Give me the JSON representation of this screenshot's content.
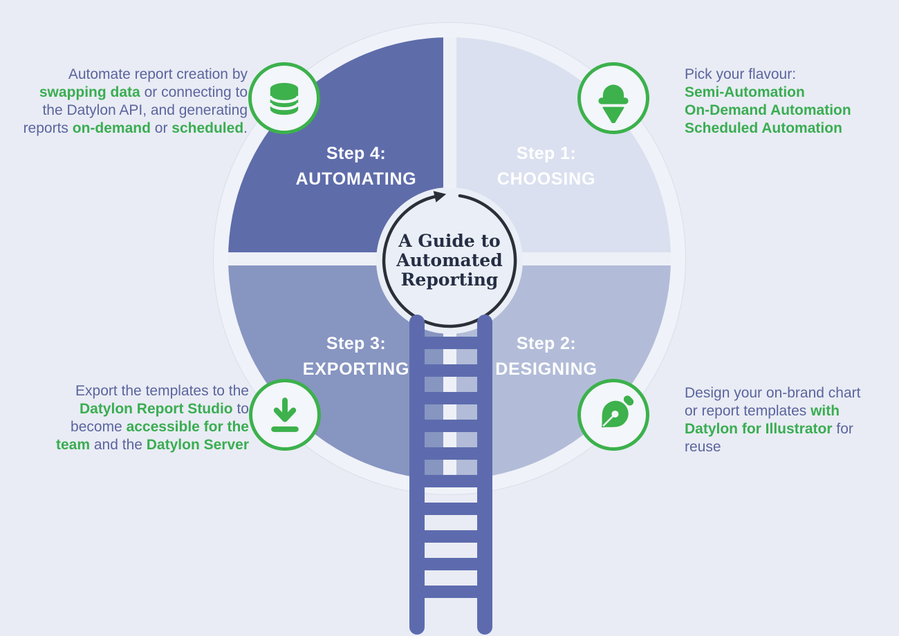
{
  "center": {
    "lines": [
      "A Guide to",
      "Automated",
      "Reporting"
    ]
  },
  "steps": {
    "choosing": {
      "label": "Step 1:",
      "name": "CHOOSING"
    },
    "designing": {
      "label": "Step 2:",
      "name": "DESIGNING"
    },
    "exporting": {
      "label": "Step 3:",
      "name": "EXPORTING"
    },
    "automating": {
      "label": "Step 4:",
      "name": "AUTOMATING"
    }
  },
  "icons": {
    "automating": "database-icon",
    "choosing": "ice-cream-cone-icon",
    "exporting": "download-icon",
    "designing": "pen-nib-icon"
  },
  "notes": {
    "automating": [
      [
        {
          "t": "Automate report creation by",
          "style": "normal"
        }
      ],
      [
        {
          "t": "swapping data",
          "style": "green"
        },
        {
          "t": " or connecting to",
          "style": "normal"
        }
      ],
      [
        {
          "t": "the Datylon API, and generating",
          "style": "normal"
        }
      ],
      [
        {
          "t": "reports ",
          "style": "normal"
        },
        {
          "t": "on-demand",
          "style": "green"
        },
        {
          "t": " or ",
          "style": "normal"
        },
        {
          "t": "scheduled",
          "style": "green"
        },
        {
          "t": ".",
          "style": "normal"
        }
      ]
    ],
    "choosing": [
      [
        {
          "t": "Pick your flavour:",
          "style": "normal"
        }
      ],
      [
        {
          "t": "Semi-Automation",
          "style": "green"
        }
      ],
      [
        {
          "t": "On-Demand Automation",
          "style": "green"
        }
      ],
      [
        {
          "t": "Scheduled Automation",
          "style": "green"
        }
      ]
    ],
    "exporting": [
      [
        {
          "t": "Export the templates to the",
          "style": "normal"
        }
      ],
      [
        {
          "t": "Datylon Report Studio",
          "style": "green"
        },
        {
          "t": " to",
          "style": "normal"
        }
      ],
      [
        {
          "t": "become ",
          "style": "normal"
        },
        {
          "t": "accessible for the",
          "style": "green"
        }
      ],
      [
        {
          "t": "team",
          "style": "green"
        },
        {
          "t": " and the ",
          "style": "normal"
        },
        {
          "t": "Datylon Server",
          "style": "green"
        }
      ]
    ],
    "designing": [
      [
        {
          "t": "Design your on-brand chart",
          "style": "normal"
        }
      ],
      [
        {
          "t": "or report templates ",
          "style": "normal"
        },
        {
          "t": "with",
          "style": "green"
        }
      ],
      [
        {
          "t": "Datylon for Illustrator",
          "style": "green"
        },
        {
          "t": " for",
          "style": "normal"
        }
      ],
      [
        {
          "t": "reuse",
          "style": "normal"
        }
      ]
    ]
  },
  "colors": {
    "accent_green": "#3cb14c",
    "text_green": "#3aad52",
    "text_blue": "#5b649e",
    "quadrant_automating": "#5e6caa",
    "quadrant_choosing": "#dae0ef",
    "quadrant_exporting": "#8795c1",
    "quadrant_designing": "#b2bcd8",
    "ladder_blue": "#5d6bae",
    "title_navy": "#252e44",
    "background": "#e9ecf4"
  }
}
